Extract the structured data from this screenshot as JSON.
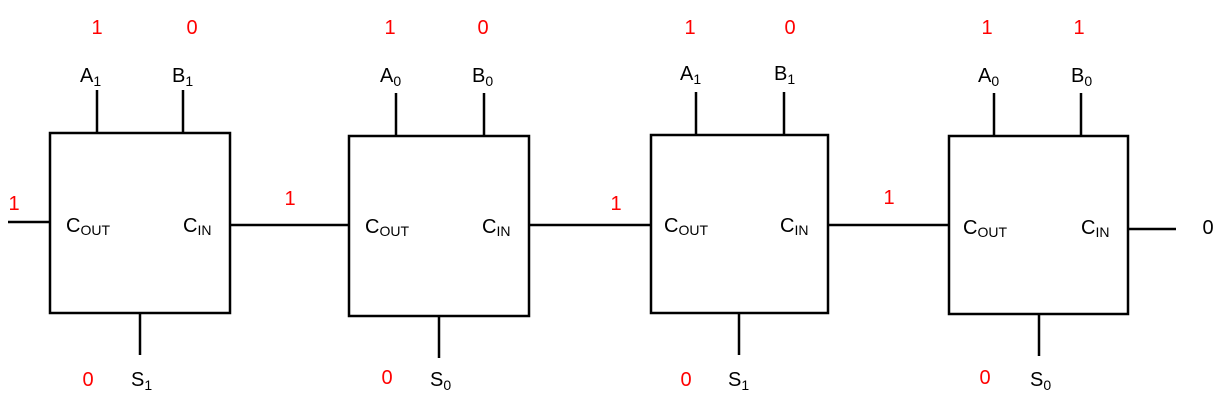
{
  "colors": {
    "value": "#ff0000",
    "line": "#000000",
    "output": "#000000"
  },
  "adders": [
    {
      "a_label": "A",
      "a_sub": "1",
      "b_label": "B",
      "b_sub": "1",
      "s_label": "S",
      "s_sub": "1",
      "cout_label": "C",
      "cout_sub": "OUT",
      "cin_label": "C",
      "cin_sub": "IN",
      "a_value": "1",
      "b_value": "0",
      "s_value": "0"
    },
    {
      "a_label": "A",
      "a_sub": "0",
      "b_label": "B",
      "b_sub": "0",
      "s_label": "S",
      "s_sub": "0",
      "cout_label": "C",
      "cout_sub": "OUT",
      "cin_label": "C",
      "cin_sub": "IN",
      "a_value": "1",
      "b_value": "0",
      "s_value": "0"
    },
    {
      "a_label": "A",
      "a_sub": "1",
      "b_label": "B",
      "b_sub": "1",
      "s_label": "S",
      "s_sub": "1",
      "cout_label": "C",
      "cout_sub": "OUT",
      "cin_label": "C",
      "cin_sub": "IN",
      "a_value": "1",
      "b_value": "0",
      "s_value": "0"
    },
    {
      "a_label": "A",
      "a_sub": "0",
      "b_label": "B",
      "b_sub": "0",
      "s_label": "S",
      "s_sub": "0",
      "cout_label": "C",
      "cout_sub": "OUT",
      "cin_label": "C",
      "cin_sub": "IN",
      "a_value": "1",
      "b_value": "1",
      "s_value": "0"
    }
  ],
  "carries": [
    "1",
    "1",
    "1",
    "1"
  ],
  "carry_in": "0"
}
